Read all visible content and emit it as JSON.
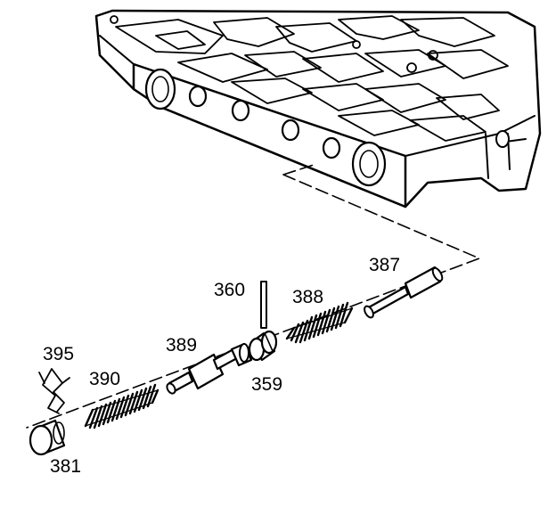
{
  "callouts": {
    "p387": "387",
    "p360": "360",
    "p388": "388",
    "p389": "389",
    "p395": "395",
    "p390": "390",
    "p359": "359",
    "p381": "381"
  }
}
